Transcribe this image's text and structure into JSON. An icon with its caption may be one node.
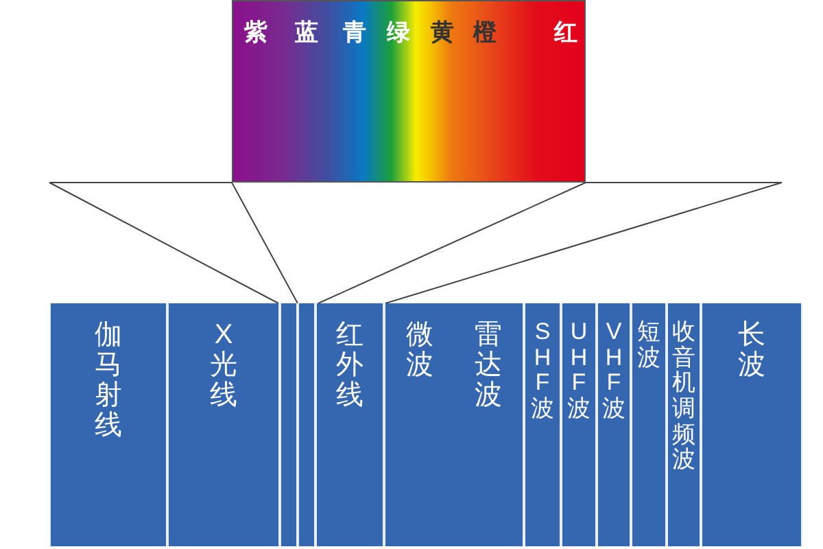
{
  "diagram": {
    "nodes": [
      {
        "text": [
          "紫",
          "蓝",
          "青",
          "绿",
          "黄",
          "橙",
          "红"
        ]
      },
      {
        "text": [
          "伽马射线"
        ]
      },
      {
        "text": [
          "X光线"
        ]
      },
      {
        "text": [],
        "shape": "bar"
      },
      {
        "text": [],
        "shape": "bar"
      },
      {
        "text": [
          "红外线"
        ]
      },
      {
        "text": [
          "微波",
          "雷达波"
        ]
      },
      {
        "text": [
          "SHF波"
        ]
      },
      {
        "text": [
          "UHF波"
        ]
      },
      {
        "text": [
          "VHF波"
        ]
      },
      {
        "text": [
          "短波"
        ]
      },
      {
        "text": [
          "收音机调频波"
        ]
      },
      {
        "text": [
          "长波"
        ]
      }
    ]
  }
}
